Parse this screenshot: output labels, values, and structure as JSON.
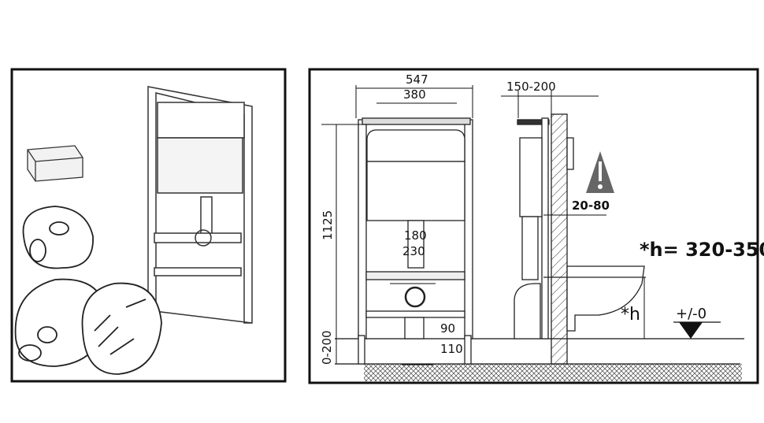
{
  "left_panel": {
    "title": "Installation frame with accessories"
  },
  "right_panel": {
    "dimensions": {
      "frame_width": "547",
      "inlet_spacing": "380",
      "wall_depth": "150-200",
      "wall_gap": "20-80",
      "frame_height": "1125",
      "drain_180": "180",
      "drain_230": "230",
      "pipe_90": "90",
      "pipe_110": "110",
      "leg_adjust": "0-200",
      "seat_height": "*h= 320-350",
      "h_label": "*h",
      "floor_level": "+/-0"
    },
    "warning_icon": "warning-triangle",
    "colors": {
      "line": "#111111",
      "warning": "#666666"
    }
  }
}
